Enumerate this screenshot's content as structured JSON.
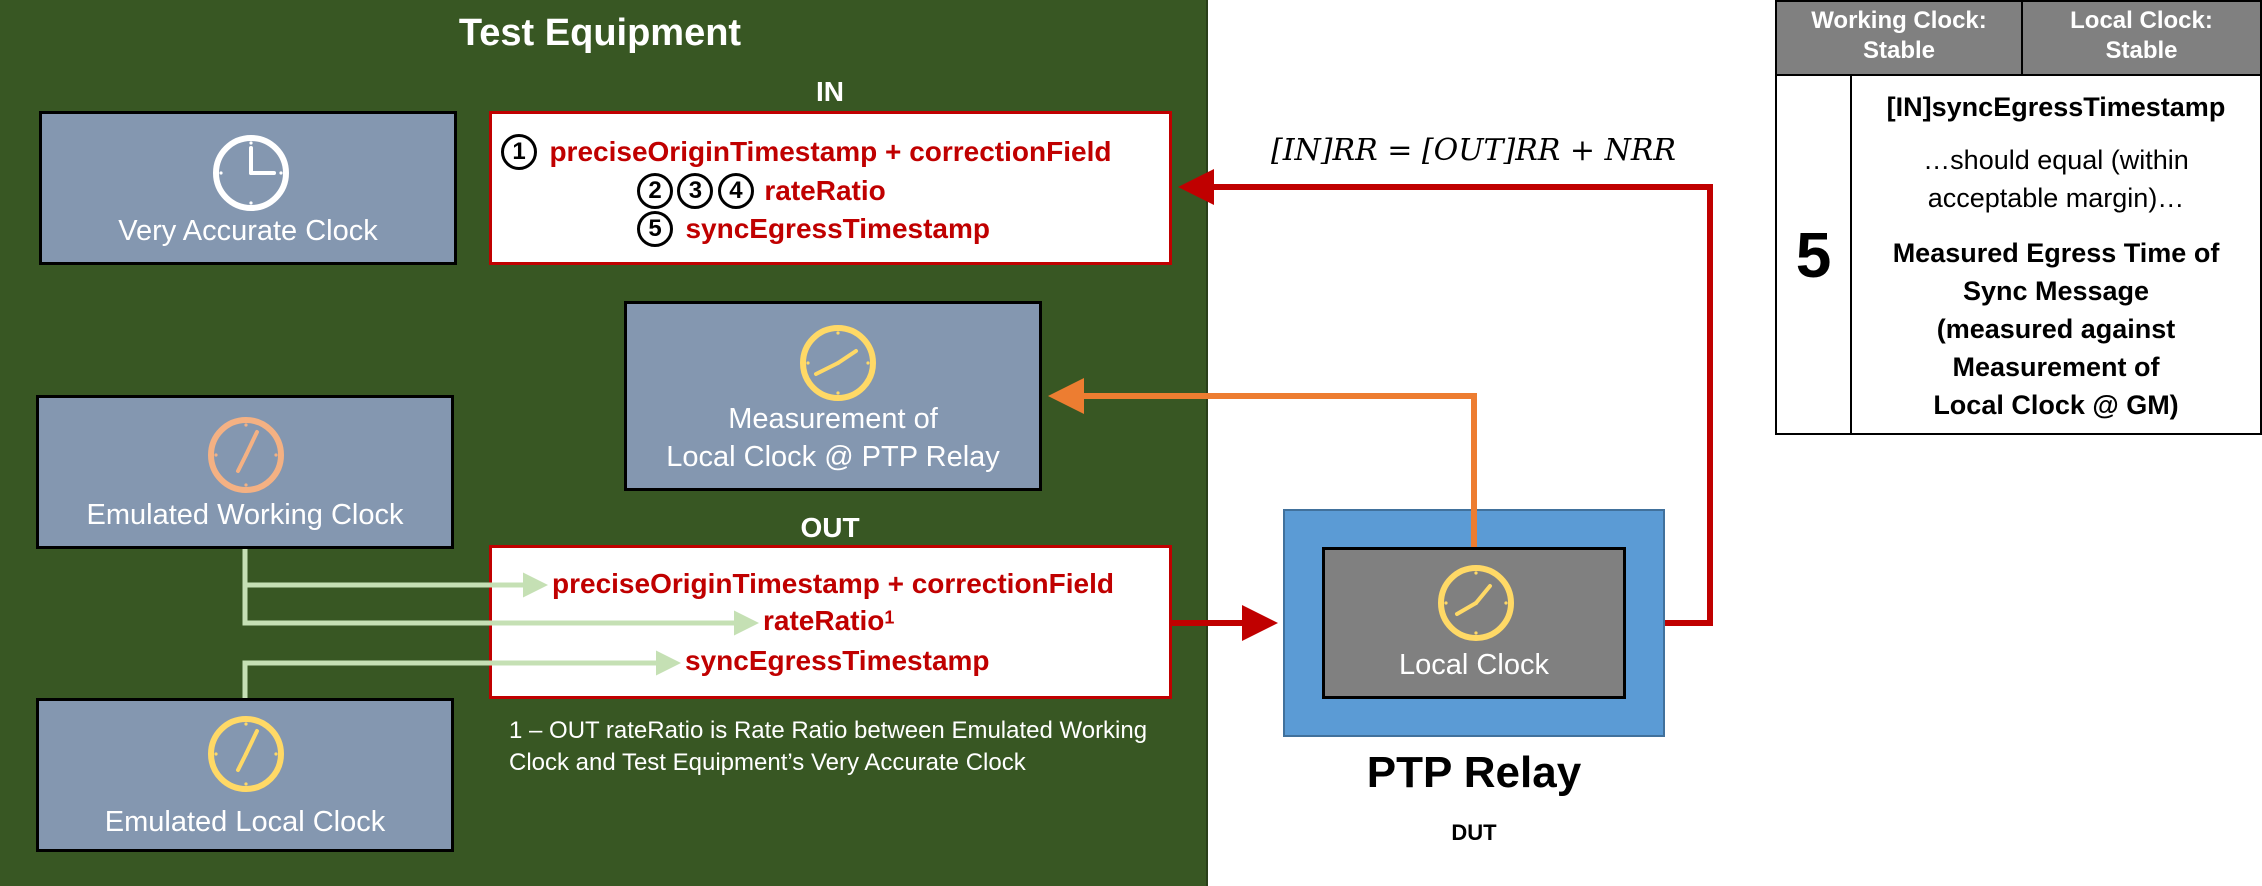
{
  "test_equipment": {
    "title": "Test Equipment",
    "in_label": "IN",
    "out_label": "OUT",
    "very_accurate_clock": "Very Accurate Clock",
    "measurement_clock": {
      "line1": "Measurement of",
      "line2": "Local Clock @ PTP Relay"
    },
    "emulated_working_clock": "Emulated Working Clock",
    "emulated_local_clock": "Emulated Local Clock",
    "in_box": {
      "row1": {
        "markers": [
          "1"
        ],
        "text": "preciseOriginTimestamp + correctionField"
      },
      "row2": {
        "markers": [
          "2",
          "3",
          "4"
        ],
        "text": "rateRatio"
      },
      "row3": {
        "markers": [
          "5"
        ],
        "text": "syncEgressTimestamp"
      }
    },
    "out_box": {
      "row1": "preciseOriginTimestamp + correctionField",
      "row2": "rateRatio",
      "row2_sup": "1",
      "row3": "syncEgressTimestamp"
    },
    "footnote": {
      "line1": "1 – OUT rateRatio is Rate Ratio between Emulated Working",
      "line2": "Clock and Test Equipment’s Very Accurate Clock"
    }
  },
  "formula": "[IN]RR = [OUT]RR + NRR",
  "ptp_relay": {
    "local_clock": "Local Clock",
    "title": "PTP Relay",
    "subtitle": "DUT"
  },
  "status_table": {
    "headers": [
      {
        "line1": "Working Clock:",
        "line2": "Stable"
      },
      {
        "line1": "Local Clock:",
        "line2": "Stable"
      }
    ],
    "step": "5",
    "text1": "[IN]syncEgressTimestamp",
    "text2_line1": "…should equal (within",
    "text2_line2": "acceptable margin)…",
    "text3_lines": [
      "Measured Egress Time of",
      "Sync Message",
      "(measured against",
      "Measurement of",
      "Local Clock @ GM)"
    ]
  },
  "colors": {
    "green_panel": "#385723",
    "clock_box": "#8497b0",
    "red_text": "#c00000",
    "arrow_red": "#c00000",
    "arrow_orange": "#ed7d31",
    "arrow_light_green": "#c5e0b4",
    "relay_blue": "#5b9bd5",
    "clock_yellow": "#ffd966",
    "clock_pink": "#f4b183"
  }
}
